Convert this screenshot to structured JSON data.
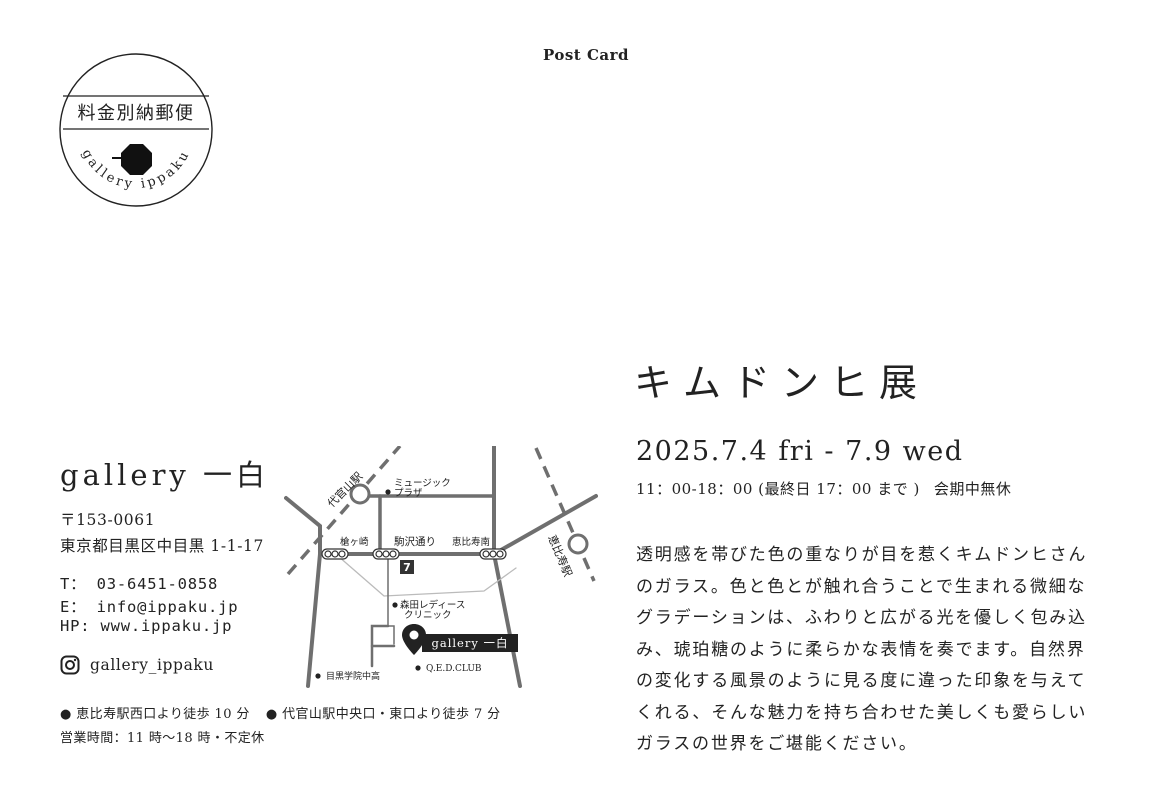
{
  "header": {
    "postcard_label": "Post Card"
  },
  "stamp": {
    "label": "料金別納郵便",
    "arc_text": "gallery ippaku"
  },
  "gallery": {
    "name": "gallery 一白",
    "postal": "〒153-0061",
    "address": "東京都目黒区中目黒 1-1-17",
    "tel": "T： 03-6451-0858",
    "email": "E： info@ippaku.jp",
    "hp": "HP: www.ippaku.jp",
    "instagram_icon": "instagram-icon",
    "instagram": "gallery_ippaku",
    "access_1": "● 恵比寿駅西口より徒歩 10 分",
    "access_2": "● 代官山駅中央口・東口より徒歩 7 分",
    "hours": "営業時間：11 時〜18 時・不定休"
  },
  "map": {
    "daikanyama_station": "代官山駅",
    "ebisu_station": "恵比寿駅",
    "music_plaza_1": "ミュージック",
    "music_plaza_2": "プラザ",
    "signal_hinokizaka": "槍ヶ崎",
    "signal_komazawa": "駒沢通り",
    "signal_ebisuminami": "恵比寿南",
    "clinic_1": "森田レディース",
    "clinic_2": "クリニック",
    "gallery_marker": "gallery 一白",
    "qed_club": "Q.E.D.CLUB",
    "school": "目黒学院中高",
    "convenience_icon": "seven-eleven-icon"
  },
  "exhibition": {
    "title": "キムドンヒ展",
    "dates": "2025.7.4 fri - 7.9 wed",
    "time": "11：00-18：00 (最終日 17：00 まで )",
    "closed_note": "会期中無休",
    "description": [
      "透明感を帯びた色の重なりが目を惹くキムドンヒさん",
      "のガラス。色と色とが触れ合うことで生まれる微細な",
      "グラデーションは、ふわりと広がる光を優しく包み込",
      "み、琥珀糖のように柔らかな表情を奏でます。自然界",
      "の変化する風景のように見る度に違った印象を与えて",
      "くれる、そんな魅力を持ち合わせた美しくも愛らしい",
      "ガラスの世界をご堪能ください。"
    ]
  },
  "colors": {
    "ink": "#222222",
    "map_road": "#6f6f6f"
  }
}
